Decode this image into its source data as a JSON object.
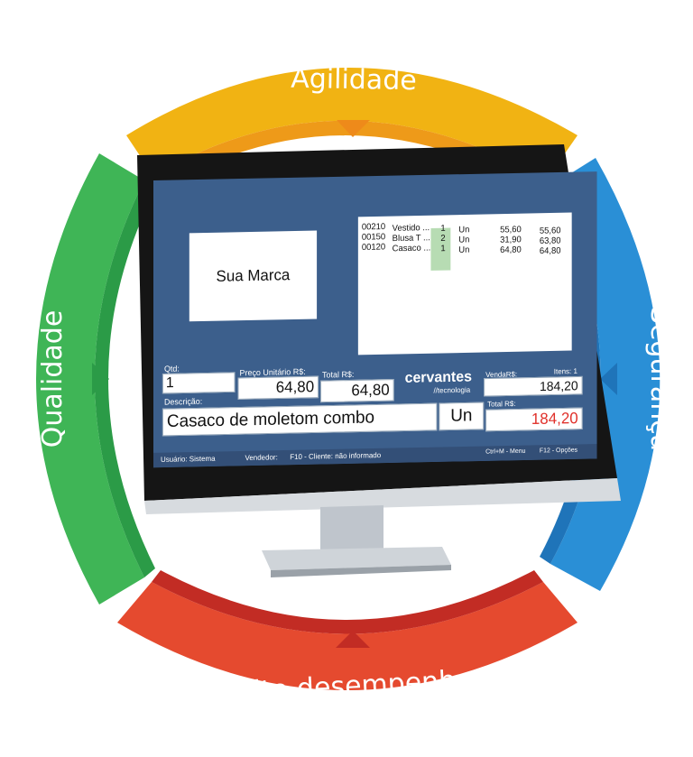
{
  "ring": {
    "top_label": "Agilidade",
    "right_label": "Segurança",
    "bottom_label": "Alto desempenho",
    "left_label": "Qualidade",
    "colors": {
      "top": "#f1b313",
      "right": "#2a8fd6",
      "bottom": "#e54a2f",
      "left": "#3fb556"
    }
  },
  "pos": {
    "brand_placeholder": "Sua Marca",
    "items": [
      {
        "code": "00210",
        "desc": "Vestido ...",
        "qty": "1",
        "unit": "Un",
        "price": "55,60",
        "total": "55,60"
      },
      {
        "code": "00150",
        "desc": "Blusa T ...",
        "qty": "2",
        "unit": "Un",
        "price": "31,90",
        "total": "63,80"
      },
      {
        "code": "00120",
        "desc": "Casaco ...",
        "qty": "1",
        "unit": "Un",
        "price": "64,80",
        "total": "64,80"
      }
    ],
    "qtd_label": "Qtd:",
    "qtd_value": "1",
    "unit_price_label": "Preço Unitário  R$:",
    "unit_price_value": "64,80",
    "total_label": "Total R$:",
    "total_value": "64,80",
    "logo_name": "cervantes",
    "logo_sub": "//tecnologia",
    "venda_label": "VendaR$:",
    "itens_label": "Itens: 1",
    "venda_value": "184,20",
    "desc_label": "Descrição:",
    "desc_value": "Casaco de moletom combo",
    "unit_value": "Un",
    "total2_label": "Total R$:",
    "total2_value": "184,20",
    "status_user": "Usuário: Sistema",
    "status_seller": "Vendedor:",
    "status_client": "F10 - Cliente:  não informado",
    "status_menu": "Ctrl+M - Menu",
    "status_options": "F12 - Opções"
  }
}
